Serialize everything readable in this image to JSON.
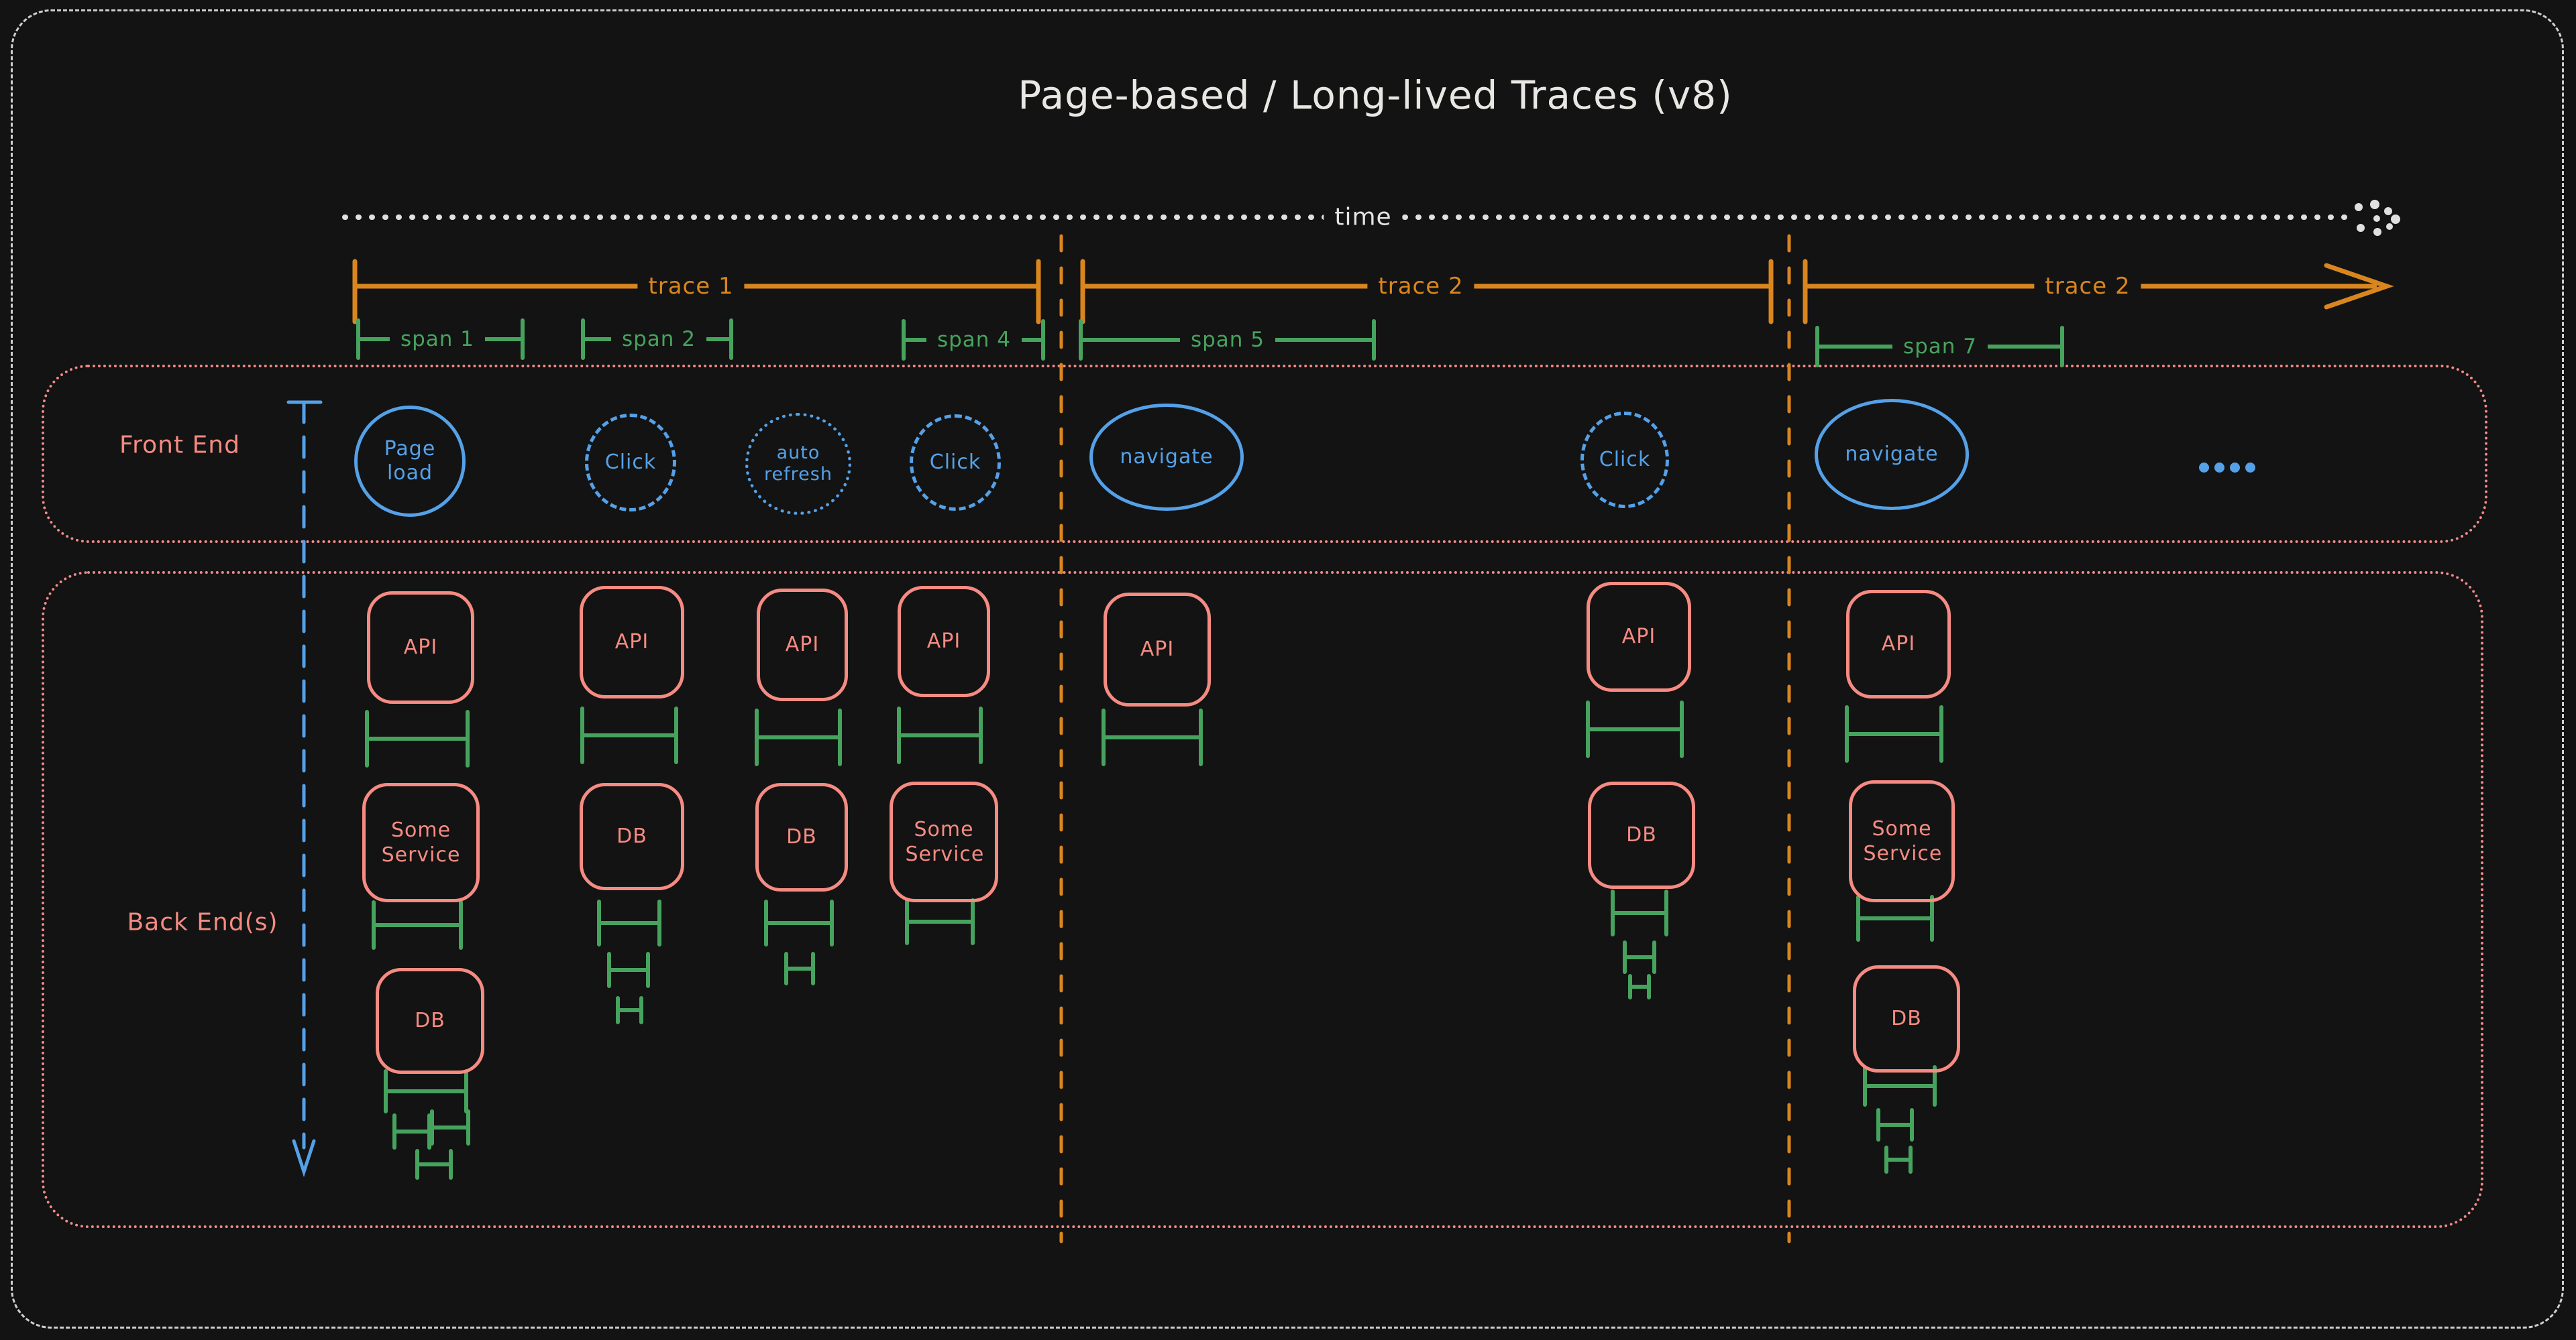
{
  "diagram": {
    "title": "Page-based / Long-lived Traces (v8)",
    "time_axis": {
      "label": "time"
    },
    "traces": [
      {
        "label": "trace 1"
      },
      {
        "label": "trace 2"
      },
      {
        "label": "trace 2"
      }
    ],
    "spans": [
      {
        "label": "span 1"
      },
      {
        "label": "span 2"
      },
      {
        "label": "span 4"
      },
      {
        "label": "span 5"
      },
      {
        "label": "span 7"
      }
    ],
    "lanes": {
      "frontend": {
        "label": "Front End"
      },
      "backend": {
        "label": "Back End(s)"
      }
    },
    "frontend_events": [
      {
        "label": "Page load",
        "border": "solid"
      },
      {
        "label": "Click",
        "border": "dashed"
      },
      {
        "label": "auto refresh",
        "border": "dotted"
      },
      {
        "label": "Click",
        "border": "dashed"
      },
      {
        "label": "navigate",
        "border": "solid"
      },
      {
        "label": "Click",
        "border": "dashed"
      },
      {
        "label": "navigate",
        "border": "solid"
      }
    ],
    "more_events_icon": "ellipsis-dots",
    "backend": {
      "columns": [
        {
          "boxes": [
            {
              "label": "API"
            },
            {
              "label": "Some Service"
            },
            {
              "label": "DB"
            }
          ]
        },
        {
          "boxes": [
            {
              "label": "API"
            },
            {
              "label": "DB"
            }
          ]
        },
        {
          "boxes": [
            {
              "label": "API"
            },
            {
              "label": "DB"
            }
          ]
        },
        {
          "boxes": [
            {
              "label": "API"
            },
            {
              "label": "Some Service"
            }
          ]
        },
        {
          "boxes": [
            {
              "label": "API"
            }
          ]
        },
        {
          "boxes": [
            {
              "label": "API"
            },
            {
              "label": "DB"
            }
          ]
        },
        {
          "boxes": [
            {
              "label": "API"
            },
            {
              "label": "Some Service"
            },
            {
              "label": "DB"
            }
          ]
        }
      ]
    },
    "colors": {
      "background": "#131313",
      "outer_border": "#cfcfcf",
      "orange": "#d9861f",
      "green": "#46a35e",
      "pink": "#f58b82",
      "blue": "#55a1e8",
      "text_light": "#e9e7e3"
    }
  }
}
